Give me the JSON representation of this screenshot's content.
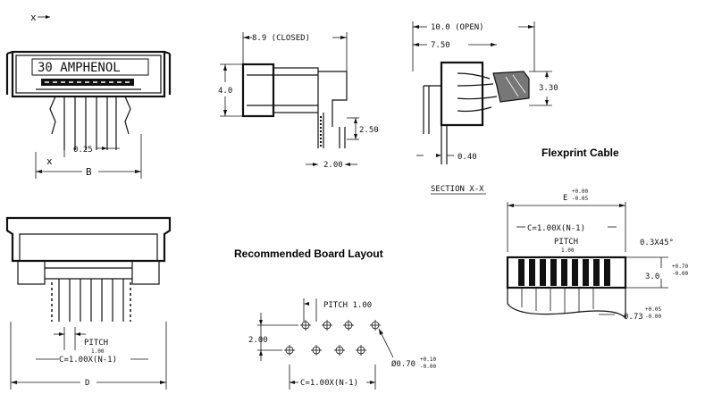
{
  "front_view": {
    "section_mark": "x",
    "body_text": "30  AMPHENOL",
    "dim_pitch": "0.25",
    "dim_b": "B"
  },
  "side_closed": {
    "dim_width": "8.9 (CLOSED)",
    "dim_height": "4.0",
    "dim_pin": "2.50",
    "dim_pin_spacing": "2.00"
  },
  "section_view": {
    "dim_width": "10.0 (OPEN)",
    "dim_depth": "7.50",
    "dim_height": "3.30",
    "dim_lead": "0.40",
    "label": "SECTION X-X"
  },
  "flexprint": {
    "title": "Flexprint Cable",
    "dim_e": "E",
    "tol_e_plus": "+0.00",
    "tol_e_minus": "-0.05",
    "dim_c": "C=1.00X(N-1)",
    "pitch_label": "PITCH",
    "pitch_value": "1.00",
    "chamfer": "0.3X45°",
    "dim_thickness": "3.0",
    "tol_t_plus": "+0.70",
    "tol_t_minus": "-0.00",
    "dim_strip": "0.73",
    "tol_s_plus": "+0.05",
    "tol_s_minus": "-0.00"
  },
  "bottom_view": {
    "pitch_label": "PITCH",
    "pitch_value": "1.00",
    "dim_c": "C=1.00X(N-1)",
    "dim_d": "D"
  },
  "board_layout": {
    "title": "Recommended Board Layout",
    "pitch": "PITCH 1.00",
    "row_spacing": "2.00",
    "hole_dia": "Ø0.70",
    "tol_plus": "+0.10",
    "tol_minus": "-0.00",
    "dim_c": "C=1.00X(N-1)"
  }
}
